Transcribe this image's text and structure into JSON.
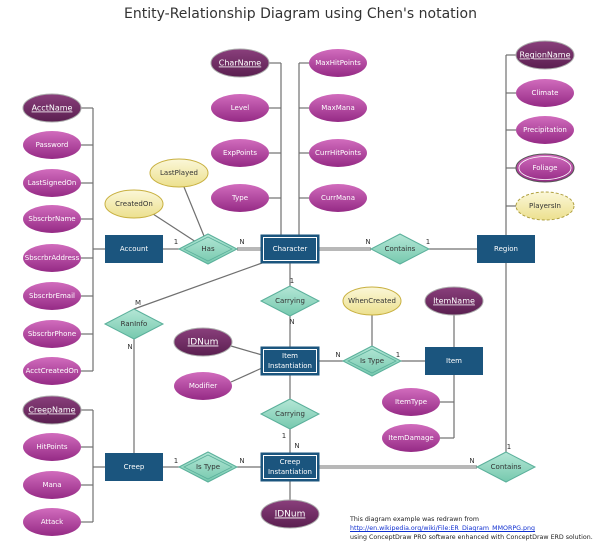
{
  "title": "Entity-Relationship Diagram using Chen's notation",
  "colors": {
    "entity": "#1b557e",
    "attribute": "#b1479f",
    "key_attribute": "#6b2a5f",
    "relationship": "#8fd6c0",
    "relationship_border": "#5bb09b",
    "derived": "#f6f0b8",
    "line": "#707070"
  },
  "entities": [
    {
      "id": "account",
      "label": "Account"
    },
    {
      "id": "character",
      "label": "Character",
      "weak": true
    },
    {
      "id": "region",
      "label": "Region"
    },
    {
      "id": "iteminst",
      "label": "Item Instantiation",
      "weak": true
    },
    {
      "id": "item",
      "label": "Item"
    },
    {
      "id": "creep",
      "label": "Creep"
    },
    {
      "id": "creepinst",
      "label": "Creep Instantiation",
      "weak": true
    }
  ],
  "relationships": [
    {
      "id": "has",
      "label": "Has"
    },
    {
      "id": "contains1",
      "label": "Contains"
    },
    {
      "id": "carrying1",
      "label": "Carrying"
    },
    {
      "id": "raninfo",
      "label": "RanInfo"
    },
    {
      "id": "istype1",
      "label": "Is Type"
    },
    {
      "id": "carrying2",
      "label": "Carrying"
    },
    {
      "id": "istype2",
      "label": "Is Type"
    },
    {
      "id": "contains2",
      "label": "Contains"
    }
  ],
  "attributes": [
    {
      "id": "acctname",
      "label": "AcctName",
      "kind": "key"
    },
    {
      "id": "password",
      "label": "Password"
    },
    {
      "id": "lastsignedon",
      "label": "LastSignedOn"
    },
    {
      "id": "sbscrbrname",
      "label": "SbscrbrName"
    },
    {
      "id": "sbscrbraddress",
      "label": "SbscrbrAddress"
    },
    {
      "id": "sbscrbremail",
      "label": "SbscrbrEmail"
    },
    {
      "id": "sbscrbrphone",
      "label": "SbscrbrPhone"
    },
    {
      "id": "acctcreatedon",
      "label": "AcctCreatedOn"
    },
    {
      "id": "creepname",
      "label": "CreepName",
      "kind": "key"
    },
    {
      "id": "hitpoints",
      "label": "HitPoints"
    },
    {
      "id": "mana",
      "label": "Mana"
    },
    {
      "id": "attack",
      "label": "Attack"
    },
    {
      "id": "charname",
      "label": "CharName",
      "kind": "key"
    },
    {
      "id": "level",
      "label": "Level"
    },
    {
      "id": "exppoints",
      "label": "ExpPoints"
    },
    {
      "id": "type",
      "label": "Type"
    },
    {
      "id": "maxhitpoints",
      "label": "MaxHitPoints"
    },
    {
      "id": "maxmana",
      "label": "MaxMana"
    },
    {
      "id": "currhitpoints",
      "label": "CurrHitPoints"
    },
    {
      "id": "currmana",
      "label": "CurrMana"
    },
    {
      "id": "lastplayed",
      "label": "LastPlayed",
      "kind": "rel"
    },
    {
      "id": "createdon",
      "label": "CreatedOn",
      "kind": "rel"
    },
    {
      "id": "regionname",
      "label": "RegionName",
      "kind": "key"
    },
    {
      "id": "climate",
      "label": "Climate"
    },
    {
      "id": "precipitation",
      "label": "Precipitation"
    },
    {
      "id": "foliage",
      "label": "Foliage",
      "kind": "multi"
    },
    {
      "id": "playersin",
      "label": "PlayersIn",
      "kind": "derived"
    },
    {
      "id": "whencreated",
      "label": "WhenCreated",
      "kind": "rel"
    },
    {
      "id": "itemname",
      "label": "ItemName",
      "kind": "key"
    },
    {
      "id": "idnum1",
      "label": "IDNum",
      "kind": "key"
    },
    {
      "id": "modifier",
      "label": "Modifier"
    },
    {
      "id": "itemtype",
      "label": "ItemType"
    },
    {
      "id": "itemdamage",
      "label": "ItemDamage"
    },
    {
      "id": "idnum2",
      "label": "IDNum",
      "kind": "key"
    }
  ],
  "cardinalities": [
    "1",
    "N",
    "N",
    "1",
    "1",
    "N",
    "M",
    "N",
    "N",
    "1",
    "1",
    "N",
    "1",
    "N",
    "1",
    "N"
  ],
  "note": {
    "line1": "This diagram example was redrawn from",
    "link": "http://en.wikipedia.org/wiki/File:ER_Diagram_MMORPG.png",
    "line3": "using ConceptDraw PRO software enhanced with ConceptDraw ERD solution."
  }
}
